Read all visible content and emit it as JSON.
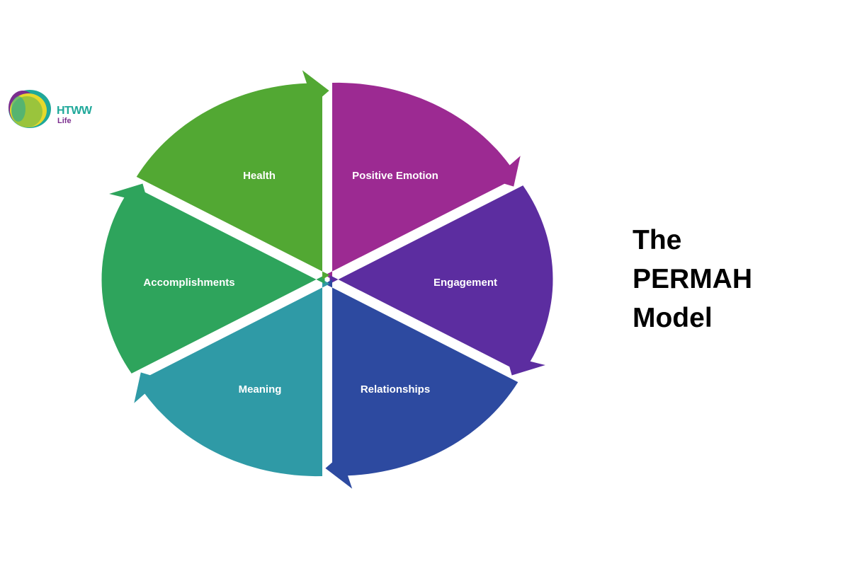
{
  "logo": {
    "brand_top": "HTWW",
    "brand_bottom": "Life",
    "colors": {
      "teal": "#1fa89a",
      "purple": "#7b2d8e",
      "yellow": "#e5d92c",
      "green": "#9ac43c"
    }
  },
  "title": {
    "line1": "The",
    "line2": "PERMAH",
    "line3": "Model"
  },
  "diagram": {
    "type": "cycle",
    "segments": [
      {
        "label": "Positive Emotion",
        "color": "#9c2a92"
      },
      {
        "label": "Engagement",
        "color": "#5c2da0"
      },
      {
        "label": "Relationships",
        "color": "#2d4aa0"
      },
      {
        "label": "Meaning",
        "color": "#2f9aa6"
      },
      {
        "label": "Accomplishments",
        "color": "#2ea45c"
      },
      {
        "label": "Health",
        "color": "#52a833"
      }
    ]
  }
}
